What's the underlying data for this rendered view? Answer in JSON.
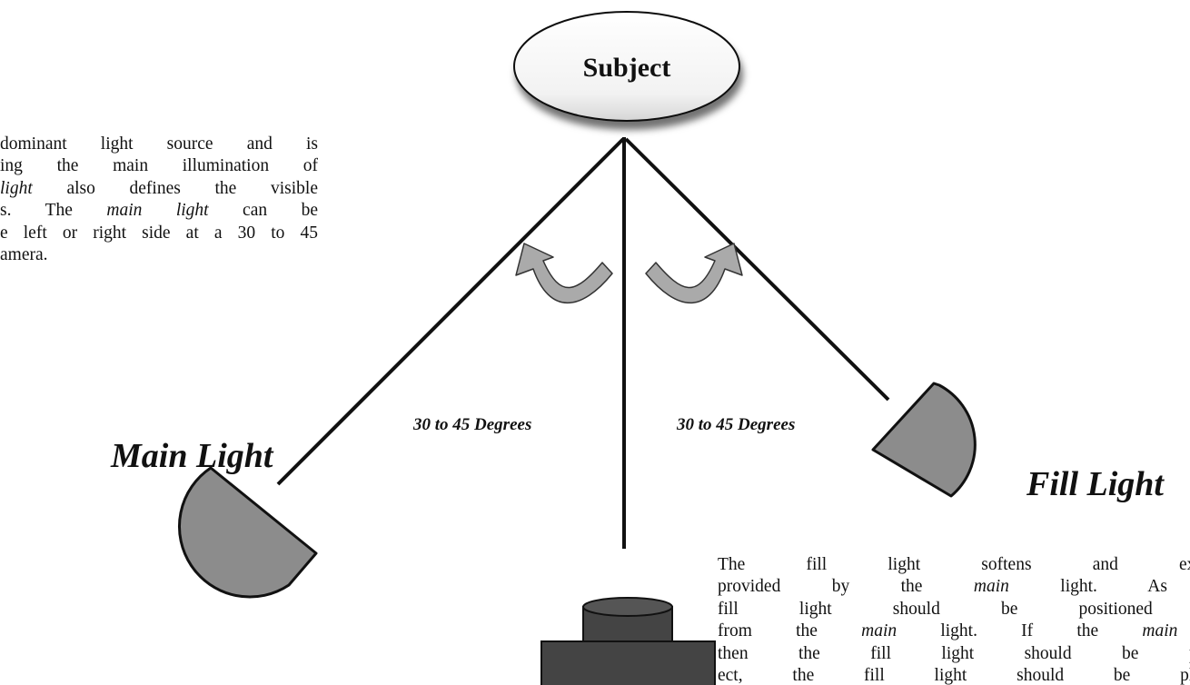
{
  "subject": {
    "label": "Subject"
  },
  "main_light": {
    "label": "Main Light"
  },
  "fill_light": {
    "label": "Fill Light"
  },
  "angles": {
    "left": "30 to 45 Degrees",
    "right": "30 to 45 Degrees"
  },
  "main_description": [
    [
      {
        "t": "dominant light source and is"
      }
    ],
    [
      {
        "t": "ing the main illumination of"
      }
    ],
    [
      {
        "t": "light",
        "i": true
      },
      {
        "t": " also defines the visible"
      }
    ],
    [
      {
        "t": "s. The "
      },
      {
        "t": "main light",
        "i": true
      },
      {
        "t": " can be"
      }
    ],
    [
      {
        "t": "e left or right side at a 30 to 45"
      }
    ],
    [
      {
        "t": "amera."
      }
    ]
  ],
  "fill_description": [
    [
      {
        "t": "The fill light softens and extend"
      }
    ],
    [
      {
        "t": "provided by the "
      },
      {
        "t": "main",
        "i": true
      },
      {
        "t": " light. As a"
      }
    ],
    [
      {
        "t": "fill light should be positioned at"
      }
    ],
    [
      {
        "t": "from the "
      },
      {
        "t": "main",
        "i": true
      },
      {
        "t": " light. If the "
      },
      {
        "t": "main",
        "i": true
      },
      {
        "t": " l"
      }
    ],
    [
      {
        "t": "then the fill light should be place"
      }
    ],
    [
      {
        "t": "ect, the fill light should be placed"
      }
    ]
  ],
  "colors": {
    "light_fill": "#8c8c8c",
    "camera_fill": "#444444",
    "arrow_fill": "#aaaaaa",
    "line": "#111111"
  }
}
